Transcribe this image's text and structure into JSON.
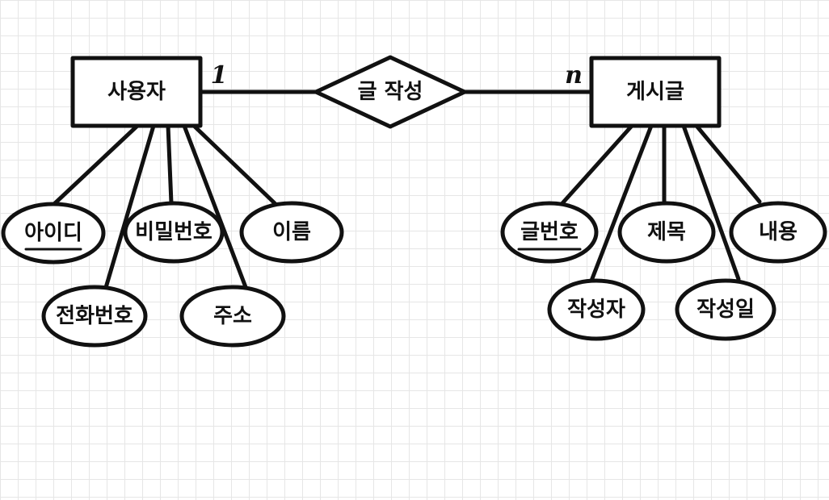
{
  "diagram": {
    "relationship": {
      "label": "글 작성"
    },
    "entities": {
      "user": {
        "label": "사용자",
        "cardinality": "1",
        "attributes": [
          {
            "label": "아이디",
            "key": true
          },
          {
            "label": "비밀번호",
            "key": false
          },
          {
            "label": "이름",
            "key": false
          },
          {
            "label": "전화번호",
            "key": false
          },
          {
            "label": "주소",
            "key": false
          }
        ]
      },
      "post": {
        "label": "게시글",
        "cardinality": "n",
        "attributes": [
          {
            "label": "글번호",
            "key": true
          },
          {
            "label": "제목",
            "key": false
          },
          {
            "label": "내용",
            "key": false
          },
          {
            "label": "작성자",
            "key": false
          },
          {
            "label": "작성일",
            "key": false
          }
        ]
      }
    }
  }
}
